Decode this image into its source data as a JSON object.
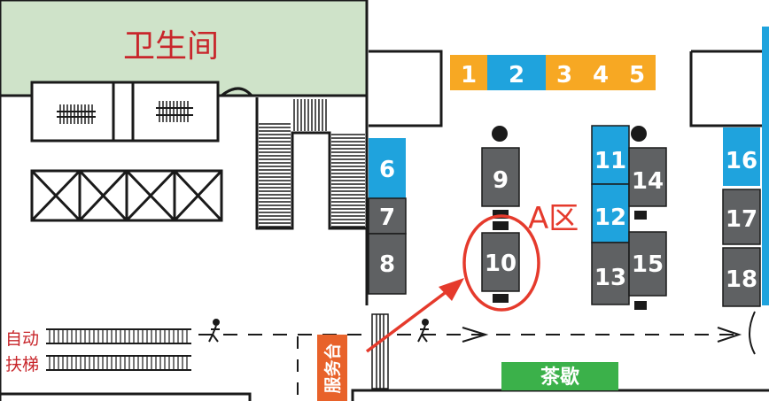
{
  "restroom": {
    "label": "卫生间"
  },
  "escalator": {
    "label_line1": "自动",
    "label_line2": "扶梯"
  },
  "service_desk": {
    "label": "服务台"
  },
  "tea_break": {
    "label": "茶歇"
  },
  "zone": {
    "label": "A区"
  },
  "colors": {
    "restroom_green": "#cfe3c9",
    "stall_blue": "#1fa3dd",
    "stall_orange": "#f7a823",
    "stall_gray": "#5f6163",
    "accent_red": "#e53a2c",
    "tea_green": "#3bb14a",
    "service_orange": "#e8622a"
  },
  "booths": {
    "b1": "1",
    "b2": "2",
    "b3": "3",
    "b4": "4",
    "b5": "5",
    "b6": "6",
    "b7": "7",
    "b8": "8",
    "b9": "9",
    "b10": "10",
    "b11": "11",
    "b12": "12",
    "b13": "13",
    "b14": "14",
    "b15": "15",
    "b16": "16",
    "b17": "17",
    "b18": "18"
  }
}
